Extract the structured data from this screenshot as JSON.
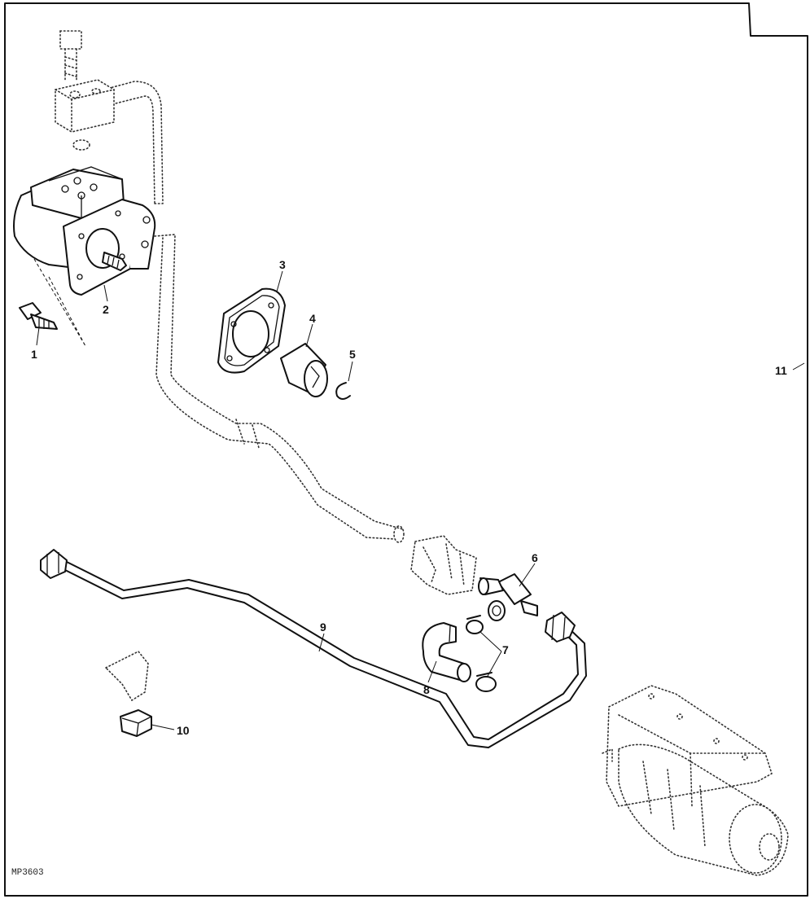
{
  "diagram": {
    "figure_code": "MP3603",
    "callouts": [
      {
        "id": "1",
        "text": "1"
      },
      {
        "id": "2",
        "text": "2"
      },
      {
        "id": "3",
        "text": "3"
      },
      {
        "id": "4",
        "text": "4"
      },
      {
        "id": "5",
        "text": "5"
      },
      {
        "id": "6",
        "text": "6"
      },
      {
        "id": "7",
        "text": "7"
      },
      {
        "id": "8",
        "text": "8"
      },
      {
        "id": "9",
        "text": "9"
      },
      {
        "id": "10",
        "text": "10"
      },
      {
        "id": "11",
        "text": "11"
      }
    ]
  }
}
